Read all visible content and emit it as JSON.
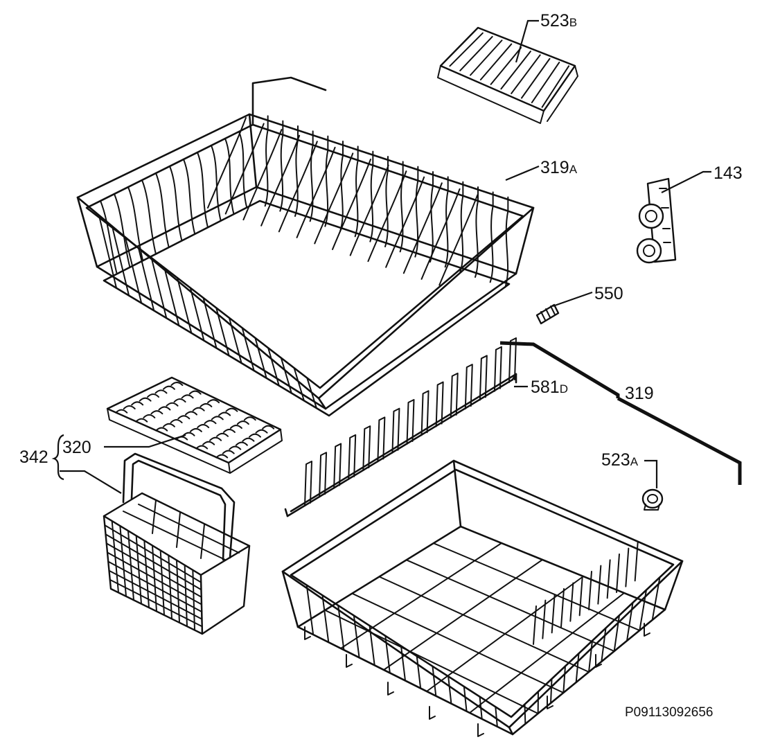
{
  "diagram": {
    "reference_code": "P09113092656",
    "callouts": {
      "c523b": {
        "num": "523",
        "sfx": "B"
      },
      "c319a": {
        "num": "319",
        "sfx": "A"
      },
      "c143": {
        "num": "143",
        "sfx": ""
      },
      "c550": {
        "num": "550",
        "sfx": ""
      },
      "c581d": {
        "num": "581",
        "sfx": "D"
      },
      "c319": {
        "num": "319",
        "sfx": ""
      },
      "c523a": {
        "num": "523",
        "sfx": "A"
      },
      "c342": {
        "num": "342",
        "sfx": ""
      },
      "c320": {
        "num": "320",
        "sfx": ""
      }
    }
  }
}
